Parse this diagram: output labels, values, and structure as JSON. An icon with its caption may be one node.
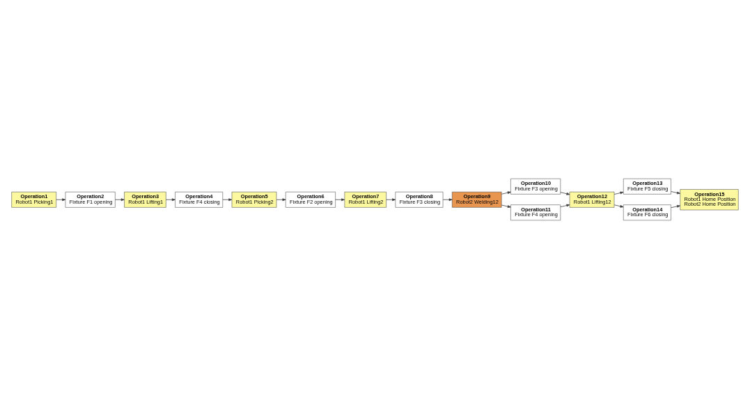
{
  "diagram": {
    "nodes": [
      {
        "text": [
          "Operation1",
          "Robot1 Picking1"
        ]
      },
      {
        "text": [
          "Operation2",
          "Fixture F1 opening"
        ]
      },
      {
        "text": [
          "Operation3",
          "Robot1 Lifting1"
        ]
      },
      {
        "text": [
          "Operation4",
          "Fixture F4 closing"
        ]
      },
      {
        "text": [
          "Operation5",
          "Robot1 Picking2"
        ]
      },
      {
        "text": [
          "Operation6",
          "Fixture F2 opening"
        ]
      },
      {
        "text": [
          "Operation7",
          "Robot1 Lifting2"
        ]
      },
      {
        "text": [
          "Operation8",
          "Fixture F3 closing"
        ]
      },
      {
        "text": [
          "Operation9",
          "Robot2 Welding12"
        ]
      },
      {
        "text": [
          "Operation10",
          "Fixture F3 opening"
        ]
      },
      {
        "text": [
          "Operation11",
          "Fixture F4 opening"
        ]
      },
      {
        "text": [
          "Operation12",
          "Robot1 Lifting12"
        ]
      },
      {
        "text": [
          "Operation13",
          "Fixture F5 closing"
        ]
      },
      {
        "text": [
          "Operation14",
          "Fixture F6 closing"
        ]
      },
      {
        "text": [
          "Operation15",
          "Robot1 Home Position",
          "Robot2 Home Position"
        ]
      }
    ],
    "edges": [
      {
        "from": 0,
        "to": 1,
        "arrow": "to"
      },
      {
        "from": 1,
        "to": 2,
        "arrow": "to"
      },
      {
        "from": 2,
        "to": 3,
        "arrow": "to"
      },
      {
        "from": 3,
        "to": 4,
        "arrow": "to"
      },
      {
        "from": 4,
        "to": 5,
        "arrow": "to"
      },
      {
        "from": 5,
        "to": 6,
        "arrow": "to"
      },
      {
        "from": 6,
        "to": 7,
        "arrow": "to"
      },
      {
        "from": 7,
        "to": 8,
        "arrow": "to"
      },
      {
        "from": 8,
        "to": 9,
        "arrow": "to"
      },
      {
        "from": 8,
        "to": 10,
        "arrow": "to"
      },
      {
        "from": 9,
        "to": 11,
        "arrow": "to"
      },
      {
        "from": 10,
        "to": 11,
        "arrow": "to"
      },
      {
        "from": 11,
        "to": 12,
        "arrow": "to"
      },
      {
        "from": 11,
        "to": 13,
        "arrow": "to"
      },
      {
        "from": 12,
        "to": 14,
        "arrow": "to"
      },
      {
        "from": 13,
        "to": 14,
        "arrow": "to"
      }
    ]
  }
}
